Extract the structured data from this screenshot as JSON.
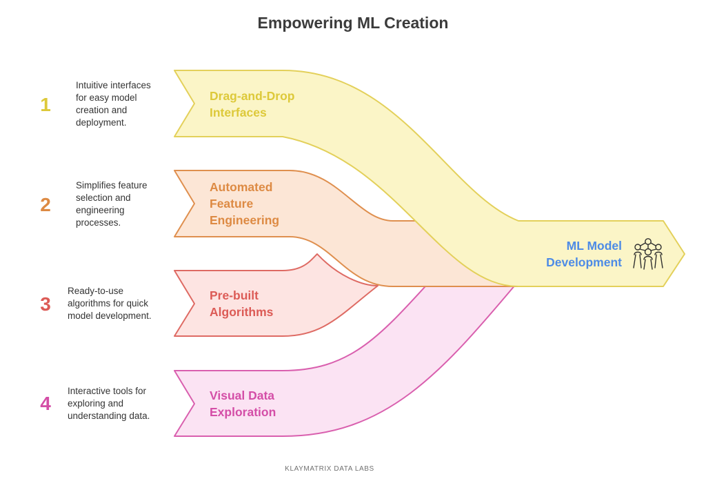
{
  "title": "Empowering ML Creation",
  "items": [
    {
      "number": "1",
      "label": "Drag-and-Drop\nInterfaces",
      "description": "Intuitive interfaces\nfor easy model\ncreation and\ndeployment.",
      "stroke": "#e3d05a",
      "fill": "#fbf5c7",
      "text": "#ddc93a"
    },
    {
      "number": "2",
      "label": "Automated\nFeature\nEngineering",
      "description": "Simplifies feature\nselection and\nengineering\nprocesses.",
      "stroke": "#df8f4e",
      "fill": "#fce6d6",
      "text": "#dd8a43"
    },
    {
      "number": "3",
      "label": "Pre-built\nAlgorithms",
      "description": "Ready-to-use\nalgorithms for quick\nmodel development.",
      "stroke": "#de6a63",
      "fill": "#fde4e2",
      "text": "#dc5b56"
    },
    {
      "number": "4",
      "label": "Visual Data\nExploration",
      "description": "Interactive tools for\nexploring and\nunderstanding data.",
      "stroke": "#d95fae",
      "fill": "#fbe3f3",
      "text": "#d44ea7"
    }
  ],
  "target": {
    "label": "ML Model\nDevelopment",
    "text": "#4d8be6",
    "icon": "people-network-icon"
  },
  "footer": "KLAYMATRIX DATA LABS"
}
